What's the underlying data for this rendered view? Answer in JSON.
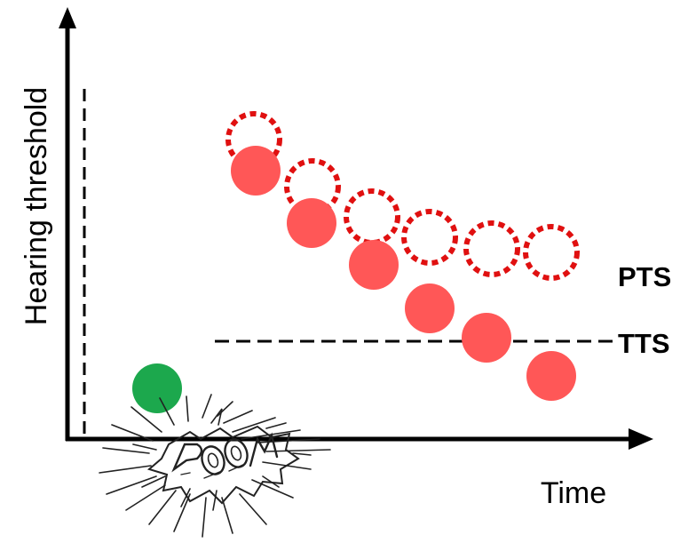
{
  "axes": {
    "y_label": "Hearing threshold",
    "x_label": "Time"
  },
  "markers": {
    "pts_label": "PTS",
    "tts_label": "TTS"
  },
  "noise_burst": {
    "text": "POOM",
    "style": "comic explosion burst",
    "icon": "explosion-burst-icon"
  },
  "colors": {
    "baseline_dot": "#1ca84d",
    "shifted_dot": "#ff5757",
    "recovered_outline": "#e01010",
    "axis": "#000000"
  },
  "series": {
    "baseline_count": 1,
    "shifted_count": 6,
    "recovered_count": 6
  }
}
